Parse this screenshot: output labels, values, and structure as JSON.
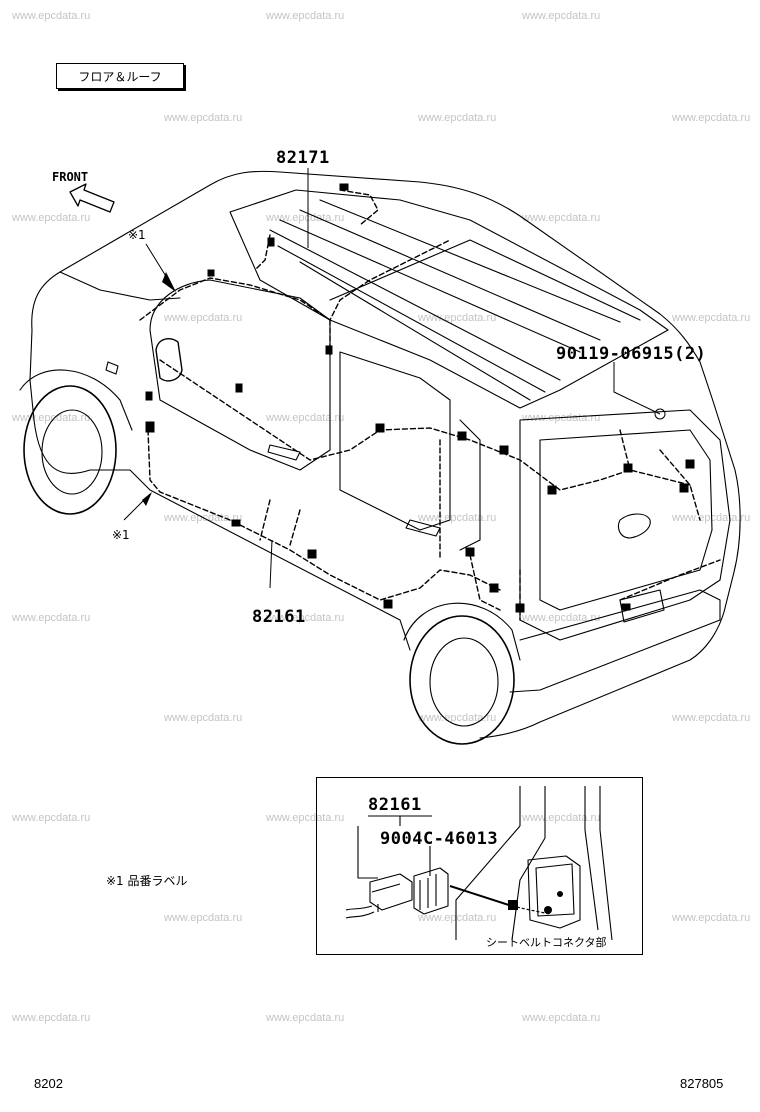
{
  "header": {
    "section_label": "フロア＆ルーフ"
  },
  "watermark": "www.epcdata.ru",
  "diagram": {
    "front_label": "FRONT",
    "mark_note": "※1",
    "parts": {
      "roof_harness": "82171",
      "floor_harness": "82161",
      "clip": "90119-06915(2)"
    }
  },
  "inset": {
    "part_number": "82161",
    "connector_part": "9004C-46013",
    "caption": "シートベルトコネクタ部"
  },
  "legend": {
    "note": "※1  品番ラベル"
  },
  "footer": {
    "left_code": "8202",
    "right_code": "827805"
  }
}
